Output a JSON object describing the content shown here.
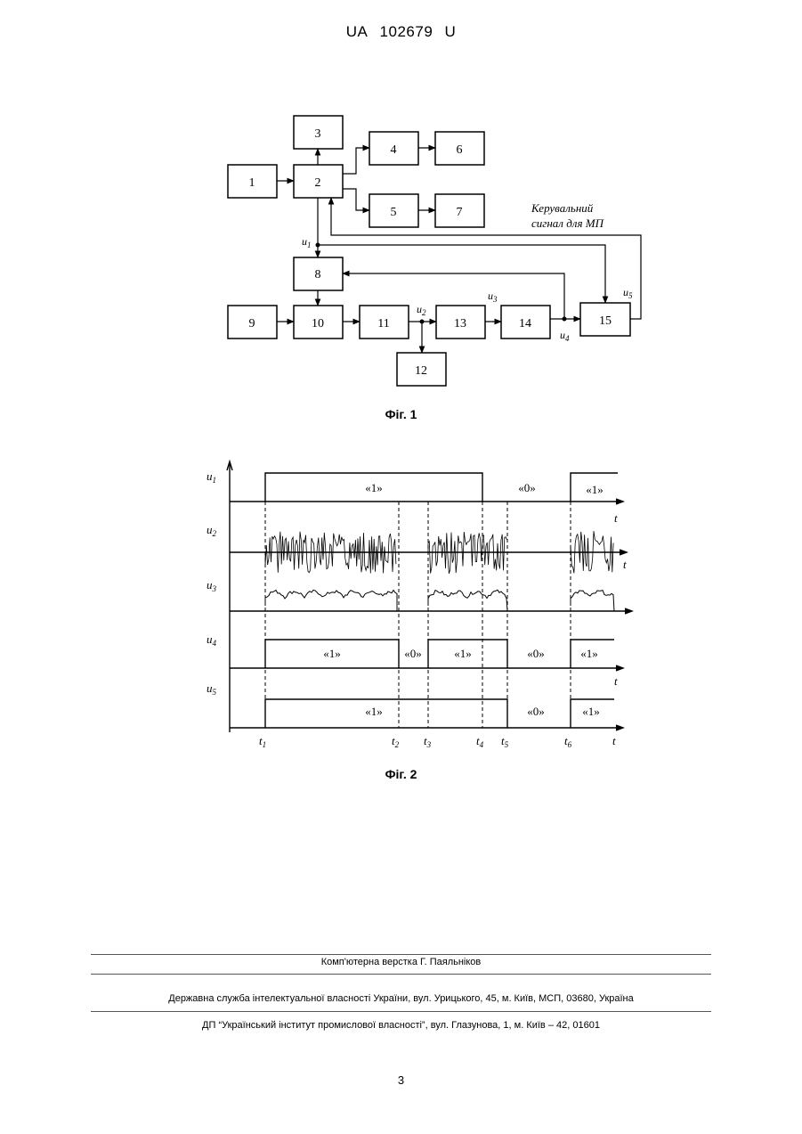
{
  "header": {
    "country": "UA",
    "number": "102679",
    "kind": "U"
  },
  "figure1": {
    "caption": "Фіг. 1",
    "blocks": [
      "1",
      "2",
      "3",
      "4",
      "5",
      "6",
      "7",
      "8",
      "9",
      "10",
      "11",
      "12",
      "13",
      "14",
      "15"
    ],
    "signal_labels": {
      "u1": "u",
      "u1_sub": "1",
      "u2": "u",
      "u2_sub": "2",
      "u3": "u",
      "u3_sub": "3",
      "u4": "u",
      "u4_sub": "4",
      "u5": "u",
      "u5_sub": "5"
    },
    "control_label_line1": "Керувальний",
    "control_label_line2": "сигнал для МП"
  },
  "figure2": {
    "caption": "Фіг. 2",
    "row_labels": [
      {
        "main": "u",
        "sub": "1"
      },
      {
        "main": "u",
        "sub": "2"
      },
      {
        "main": "u",
        "sub": "3"
      },
      {
        "main": "u",
        "sub": "4"
      },
      {
        "main": "u",
        "sub": "5"
      }
    ],
    "axis_t": "t",
    "time_labels": [
      {
        "main": "t",
        "sub": "1"
      },
      {
        "main": "t",
        "sub": "2"
      },
      {
        "main": "t",
        "sub": "3"
      },
      {
        "main": "t",
        "sub": "4"
      },
      {
        "main": "t",
        "sub": "5"
      },
      {
        "main": "t",
        "sub": "6"
      }
    ],
    "level_one": "«1»",
    "level_zero": "«0»"
  },
  "footer": {
    "layout": "Комп'ютерна верстка Г. Паяльніков",
    "office": "Державна служба інтелектуальної власності України, вул. Урицького, 45, м. Київ, МСП, 03680, Україна",
    "institute": "ДП “Український інститут промислової власності”, вул. Глазунова, 1, м. Київ – 42, 01601"
  },
  "page_number": "3"
}
